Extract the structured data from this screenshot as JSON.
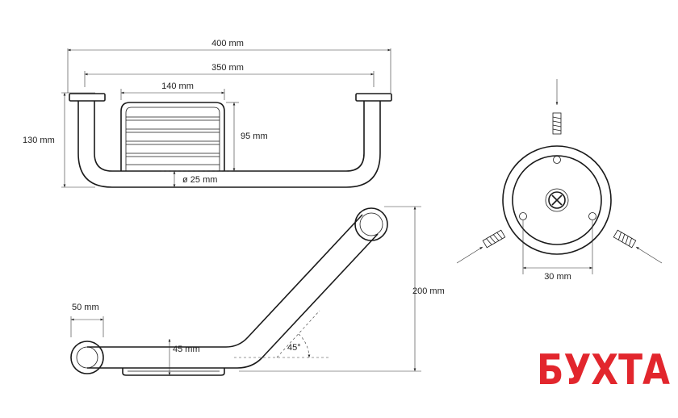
{
  "top_view": {
    "overall_width": "400 mm",
    "mount_span": "350 mm",
    "basket_width": "140 mm",
    "height": "130 mm",
    "basket_height": "95 mm",
    "tube_diameter": "ø 25 mm"
  },
  "side_view": {
    "depth": "50 mm",
    "basket_depth": "45 mm",
    "angle": "45°",
    "rise": "200 mm"
  },
  "flange_view": {
    "screw_spacing": "30 mm"
  },
  "logo": {
    "text": "БУХТА",
    "color": "#e2262d"
  }
}
